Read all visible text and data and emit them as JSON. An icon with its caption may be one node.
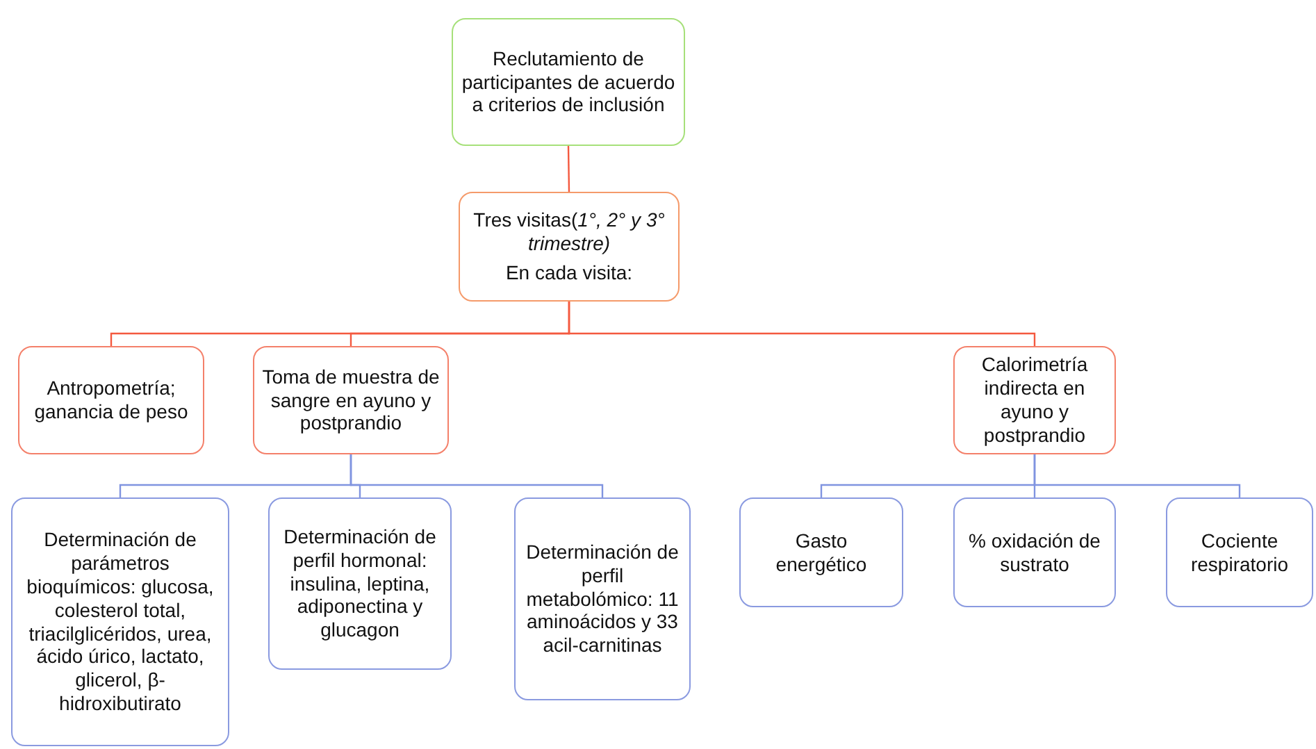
{
  "diagram": {
    "nodes": [
      {
        "text": [
          "Reclutamiento de participantes de acuerdo a criterios de inclusión"
        ]
      },
      {
        "text": [
          "Tres visitas(*1°, 2° y 3° trimestre)*",
          "En cada visita:"
        ]
      },
      {
        "text": [
          "Antropometría; ganancia de peso"
        ]
      },
      {
        "text": [
          "Toma de muestra de sangre en ayuno y postprandio"
        ]
      },
      {
        "text": [
          "Calorimetría indirecta en ayuno y postprandio"
        ]
      },
      {
        "text": [
          "Determinación de parámetros bioquímicos: glucosa, colesterol total, triacilglicéridos, urea, ácido úrico, lactato, glicerol, β-hidroxibutirato"
        ]
      },
      {
        "text": [
          "Determinación de perfil hormonal: insulina, leptina, adiponectina y glucagon"
        ]
      },
      {
        "text": [
          "Determinación de perfil metabolómico: 11 aminoácidos y 33 acil-carnitinas"
        ]
      },
      {
        "text": [
          "Gasto energético"
        ]
      },
      {
        "text": [
          "% oxidación de sustrato"
        ]
      },
      {
        "text": [
          "Cociente respiratorio"
        ]
      }
    ],
    "edges": [
      {
        "from": 0,
        "to": 1,
        "arrow": "none",
        "color": "#f4593f"
      },
      {
        "from": 1,
        "to": 2,
        "arrow": "none",
        "color": "#f4593f"
      },
      {
        "from": 1,
        "to": 3,
        "arrow": "none",
        "color": "#f4593f"
      },
      {
        "from": 1,
        "to": 4,
        "arrow": "none",
        "color": "#f4593f"
      },
      {
        "from": 3,
        "to": 5,
        "arrow": "none"
      },
      {
        "from": 3,
        "to": 6,
        "arrow": "none"
      },
      {
        "from": 3,
        "to": 7,
        "arrow": "none"
      },
      {
        "from": 4,
        "to": 8,
        "arrow": "none"
      },
      {
        "from": 4,
        "to": 9,
        "arrow": "none"
      },
      {
        "from": 4,
        "to": 10,
        "arrow": "none"
      }
    ]
  }
}
